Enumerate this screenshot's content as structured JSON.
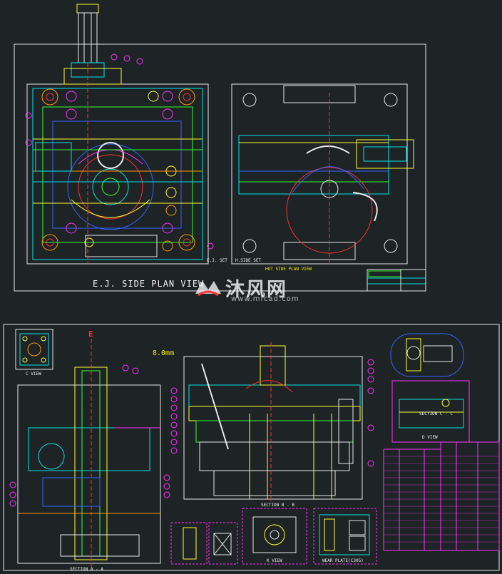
{
  "sheet_top": {
    "main_title": "E.J. SIDE PLAN VIEW",
    "hot_side_title": "HOT SIDE PLAN VIEW",
    "note_left": "E.J. SET",
    "note_right": "H.SIDE SET"
  },
  "sheet_bottom": {
    "section_aa": "SECTION A - A",
    "section_bb": "SECTION B - B",
    "section_cc": "SECTION C - C",
    "c_view": "C VIEW",
    "d_view": "D VIEW",
    "k_view": "K VIEW",
    "wear_plate": "WEAR PLATE(C305)",
    "marker_e": "E",
    "dimension_note": "8.0mm"
  },
  "watermark": {
    "brand": "沐风网",
    "url": "www.mfcad.com"
  },
  "colors": {
    "background": "#1e2326",
    "border": "#e8e8e8",
    "cyan": "#00e5e5",
    "yellow": "#f2f200",
    "magenta": "#ff33ff",
    "red": "#ff3030",
    "green": "#33ff33",
    "blue": "#3366ff",
    "orange": "#ff9900"
  }
}
